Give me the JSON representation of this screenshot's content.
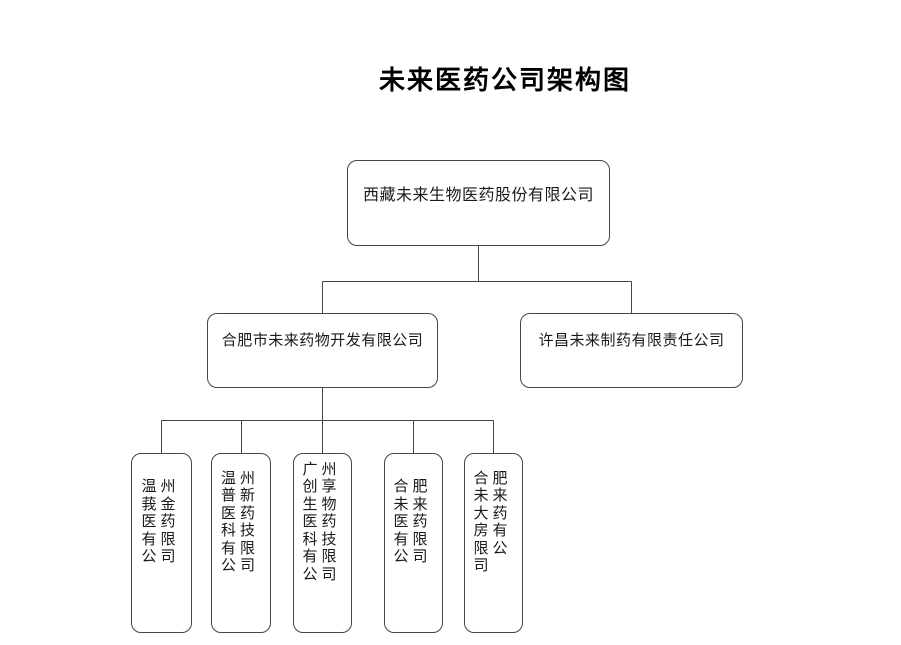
{
  "page": {
    "title": "未来医药公司架构图"
  },
  "org": {
    "root": {
      "name": "西藏未来生物医药股份有限公司"
    },
    "subsidiaries": [
      {
        "name": "合肥市未来药物开发有限公司"
      },
      {
        "name": "许昌未来制药有限责任公司"
      }
    ],
    "sub_subsidiaries": [
      {
        "name": "温州莪金医药有限公司"
      },
      {
        "name": "温州普新医药科技有限公司"
      },
      {
        "name": "广州创享生物医药科技有限公司"
      },
      {
        "name": "合肥未来医药有限公司"
      },
      {
        "name": "合肥未来大药房有限公司"
      }
    ]
  },
  "colors": {
    "background": "#ffffff",
    "line": "#454545",
    "border": "#454545",
    "text": "#1a1a1a",
    "title_text": "#000000"
  }
}
